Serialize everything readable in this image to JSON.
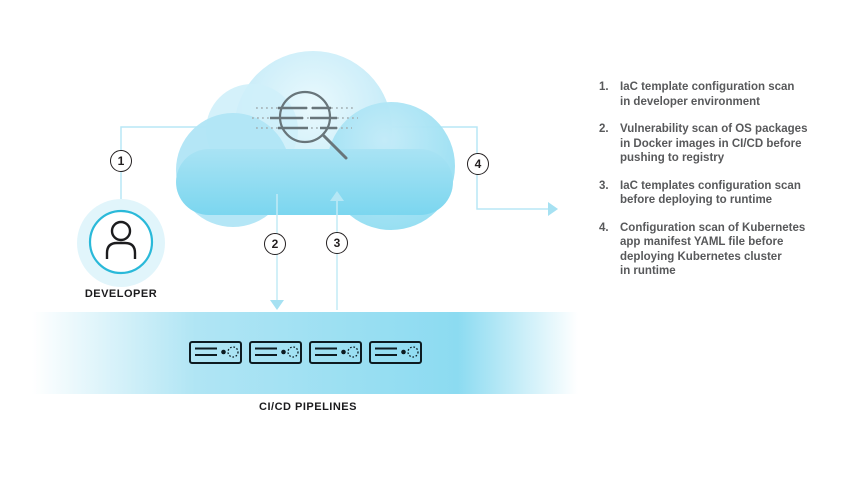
{
  "diagram": {
    "developer_label": "DEVELOPER",
    "pipelines_label": "CI/CD PIPELINES",
    "markers": [
      "1",
      "2",
      "3",
      "4"
    ],
    "icons": {
      "cloud_scan": "magnifier-over-code-lines",
      "developer": "person-outline-in-cyan-circle",
      "pipeline_server": "server-box-with-dot-and-dashed-circle",
      "flow_arrows": "light-blue-connector-arrows"
    },
    "colors": {
      "cloud_blue": "#7ed8f0",
      "cloud_light": "#dff5fb",
      "accent_cyan": "#2ab9d9",
      "connector_blue": "#b9e7f5",
      "arrowhead_blue": "#a6e1f2",
      "band_blue": "#8edcf1",
      "magnifier_gray": "#68757a",
      "list_text": "#58595b",
      "label_black": "#231f20"
    }
  },
  "steps": [
    {
      "num": "1.",
      "text": "IaC template configuration scan\nin developer environment"
    },
    {
      "num": "2.",
      "text": "Vulnerability scan of OS packages\nin Docker images in CI/CD before\npushing to registry"
    },
    {
      "num": "3.",
      "text": "IaC templates configuration scan\nbefore deploying to runtime"
    },
    {
      "num": "4.",
      "text": "Configuration scan of Kubernetes\napp manifest YAML file before\ndeploying Kubernetes cluster\nin runtime"
    }
  ]
}
